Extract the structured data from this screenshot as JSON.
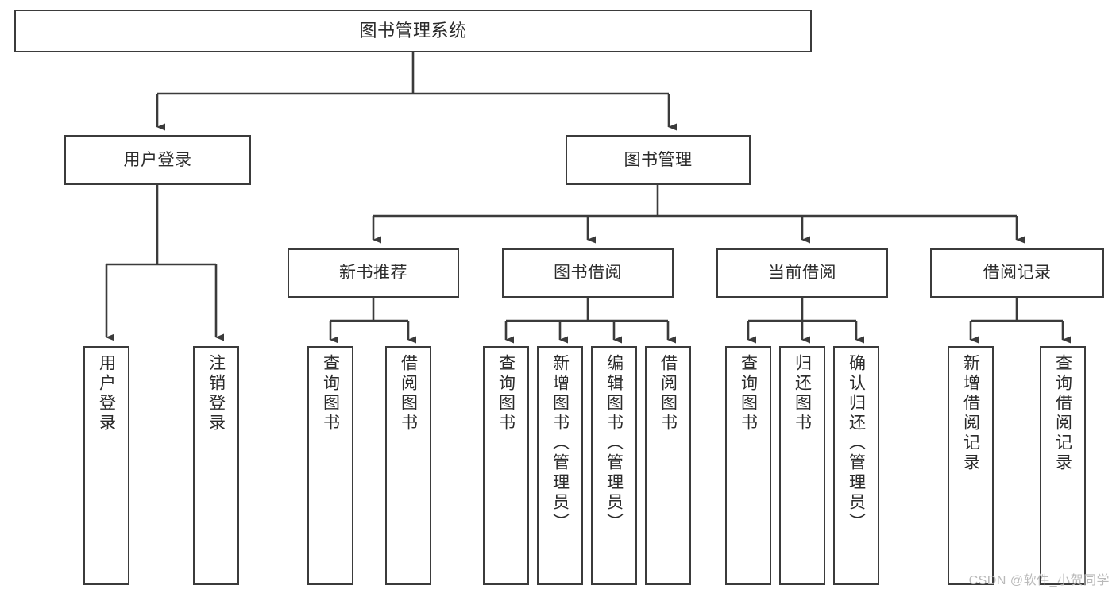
{
  "diagram": {
    "type": "tree-hierarchy-chart",
    "title": "图书管理系统",
    "stroke_color": "#3b3b3b",
    "text_color": "#2b2b2b",
    "background_color": "#ffffff",
    "nodes": {
      "root": {
        "label": "图书管理系统"
      },
      "level2": [
        {
          "id": "user-login",
          "label": "用户登录"
        },
        {
          "id": "book-management",
          "label": "图书管理"
        }
      ],
      "level3": [
        {
          "id": "new-book-recommend",
          "label": "新书推荐"
        },
        {
          "id": "book-borrow",
          "label": "图书借阅"
        },
        {
          "id": "current-borrow",
          "label": "当前借阅"
        },
        {
          "id": "borrow-record",
          "label": "借阅记录"
        }
      ],
      "leaves": {
        "user_login": [
          {
            "id": "leaf-user-login",
            "label": "用户登录"
          },
          {
            "id": "leaf-logout",
            "label": "注销登录"
          }
        ],
        "new_book_recommend": [
          {
            "id": "leaf-query-book-1",
            "label": "查询图书"
          },
          {
            "id": "leaf-borrow-book-1",
            "label": "借阅图书"
          }
        ],
        "book_borrow": [
          {
            "id": "leaf-query-book-2",
            "label": "查询图书"
          },
          {
            "id": "leaf-add-book",
            "label": "新增图书（管理员）"
          },
          {
            "id": "leaf-edit-book",
            "label": "编辑图书（管理员）"
          },
          {
            "id": "leaf-borrow-book-2",
            "label": "借阅图书"
          }
        ],
        "current_borrow": [
          {
            "id": "leaf-query-book-3",
            "label": "查询图书"
          },
          {
            "id": "leaf-return-book",
            "label": "归还图书"
          },
          {
            "id": "leaf-confirm-return",
            "label": "确认归还（管理员）"
          }
        ],
        "borrow_record": [
          {
            "id": "leaf-add-record",
            "label": "新增借阅记录"
          },
          {
            "id": "leaf-query-record",
            "label": "查询借阅记录"
          }
        ]
      }
    }
  },
  "watermark": {
    "text": "CSDN @软件_小贺同学"
  }
}
